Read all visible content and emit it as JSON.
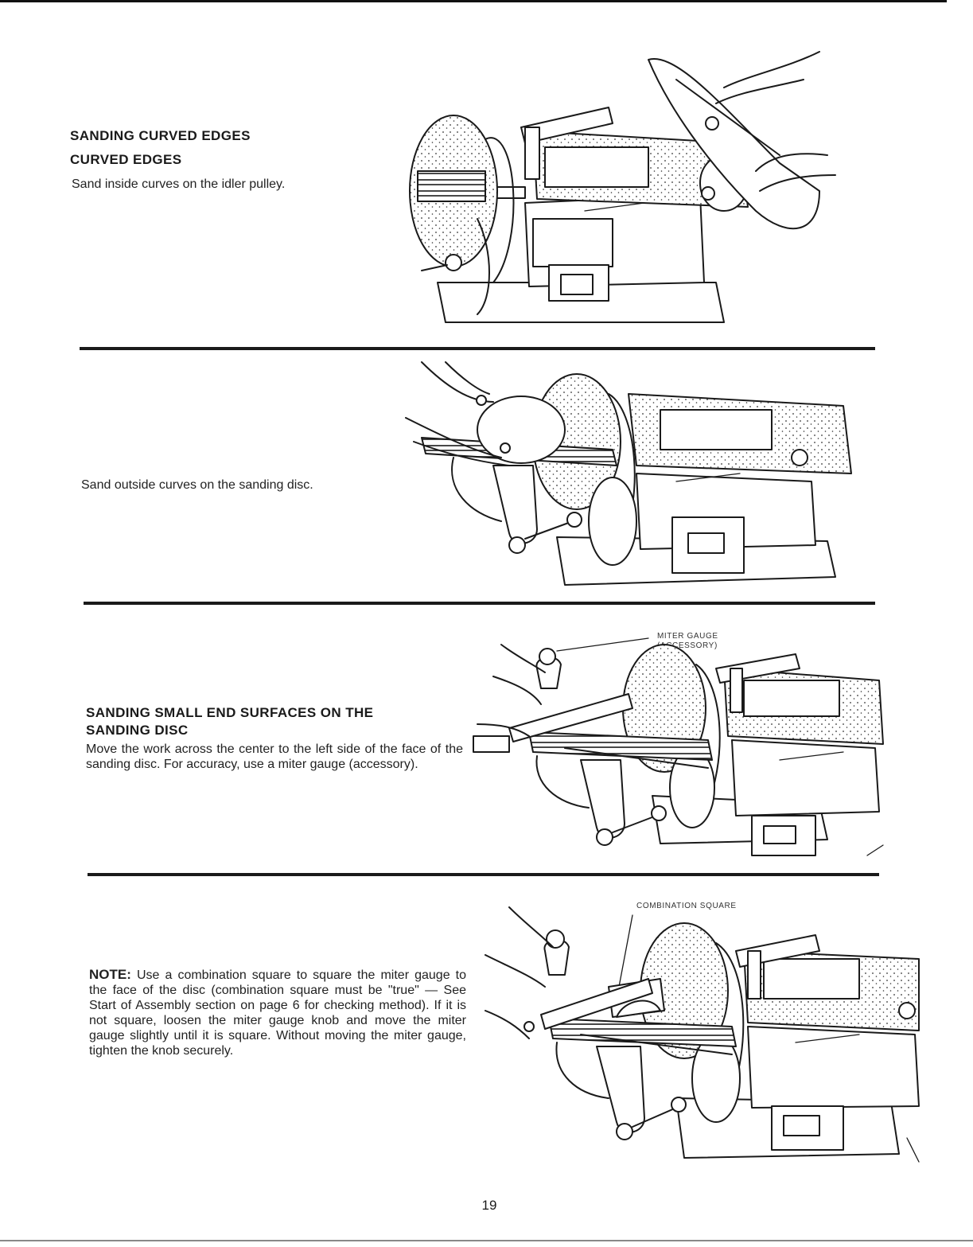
{
  "sections": [
    {
      "heading_line1": "SANDING CURVED EDGES",
      "heading_line2": "CURVED EDGES",
      "text": "Sand inside curves on the idler pulley."
    },
    {
      "text": "Sand outside curves on the sanding disc."
    },
    {
      "heading_line1": "SANDING SMALL END SURFACES ON THE",
      "heading_line2": "SANDING DISC",
      "text": "Move the work across the center to the left side of the face of the sanding disc. For accuracy, use a miter gauge (accessory).",
      "callout_line1": "MITER GAUGE",
      "callout_line2": "(ACCESSORY)"
    },
    {
      "note_label": "NOTE:",
      "text": "Use a combination square to square the miter gauge to the face of the disc (combination square must be \"true\" — See Start of Assembly section on page 6 for checking method). If it is not square, loosen the miter gauge knob and move the miter gauge slightly until it is square. Without moving the miter gauge, tighten the knob securely.",
      "callout": "COMBINATION SQUARE"
    }
  ],
  "page_number": "19"
}
